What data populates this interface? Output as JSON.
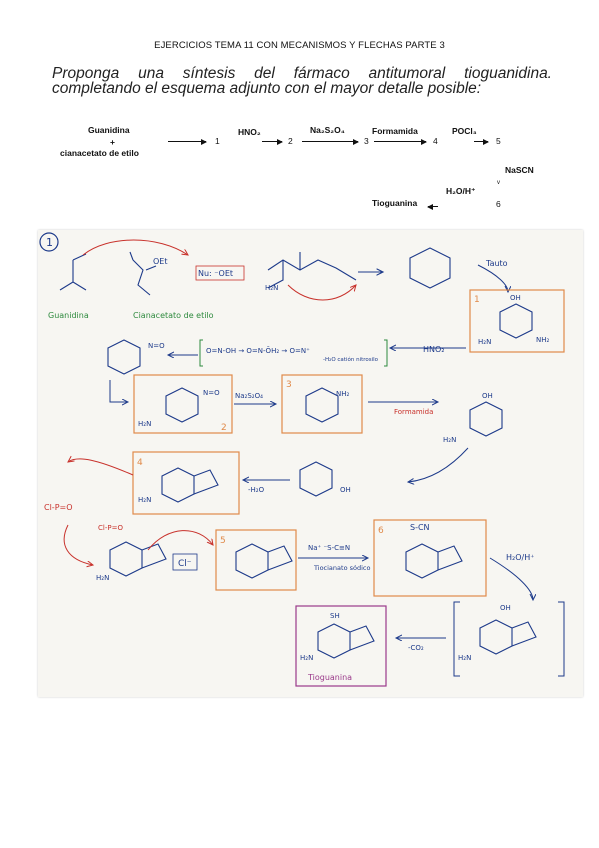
{
  "header": {
    "title": "EJERCICIOS TEMA 11 CON MECANISMOS Y FLECHAS PARTE 3"
  },
  "prompt": {
    "line1": "Proponga una síntesis del fármaco antitumoral tioguanidina.",
    "line2": "completando el esquema adjunto con el mayor detalle posible:"
  },
  "scheme": {
    "start_line1": "Guanidina",
    "plus": "+",
    "start_line2": "cianacetato de etilo",
    "n1": "1",
    "r2": "HNO₂",
    "n2": "2",
    "r3": "Na₂S₂O₄",
    "n3": "3",
    "r4": "Formamida",
    "n4": "4",
    "r5": "POCl₃",
    "n5": "5",
    "r6": "NaSCN",
    "n6": "6",
    "r7": "H₂O/H⁺",
    "product": "Tioguanina"
  },
  "handwritten": {
    "circle_num": "1",
    "guanidina": "Guanidina",
    "cianacetato": "Cianacetato de etilo",
    "oet": "OEt",
    "nu_oet": "Nu: ⁻OEt",
    "tauto": "Tauto",
    "box1": "1",
    "hno2": "HNO₂",
    "nitrosation": "O=N-OH → O=N-ŌH₂ → O=N⁺",
    "nitrosation_sub": "-H₂O   catión nitrosilo",
    "box2": "2",
    "na2s2o4": "Na₂S₂O₄",
    "box3": "3",
    "formamida": "Formamida",
    "box4": "4",
    "minus_h2o": "-H₂O",
    "pocl3": "Cl-P=O",
    "cl_minus": "Cl⁻",
    "box5": "5",
    "nascn": "Na⁺ ⁻S-C≡N",
    "tiocianato": "Tiocianato sódico",
    "box6": "6",
    "scn": "S-CN",
    "h2o_h": "H₂O/H⁺",
    "minus_co2": "-CO₂",
    "sh": "SH",
    "tioguanina": "Tioguanina",
    "oh": "OH",
    "nh2": "NH₂",
    "h2n": "H₂N",
    "no": "N=O"
  },
  "colors": {
    "ink": "#1d3a8a",
    "red": "#c8312b",
    "green": "#2e8a3e",
    "orange_box": "#e08a4a",
    "purple_box": "#9a3a8a"
  }
}
